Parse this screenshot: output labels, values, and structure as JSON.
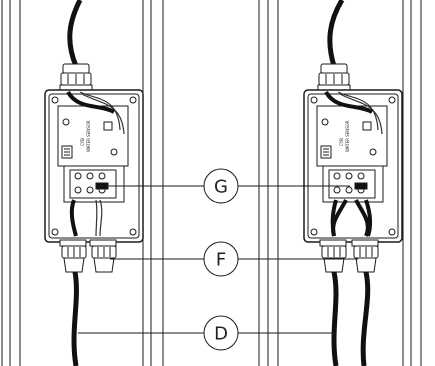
{
  "diagram": {
    "callouts": [
      {
        "id": "G",
        "label": "G"
      },
      {
        "id": "F",
        "label": "F"
      },
      {
        "id": "D",
        "label": "D"
      }
    ],
    "pcb_label_lines": [
      "CYB",
      "WATER SENSOR"
    ]
  },
  "colors": {
    "line": "#1b1b1b",
    "background": "#ffffff",
    "box_fill": "#ffffff",
    "board_fill": "#ffffff"
  }
}
